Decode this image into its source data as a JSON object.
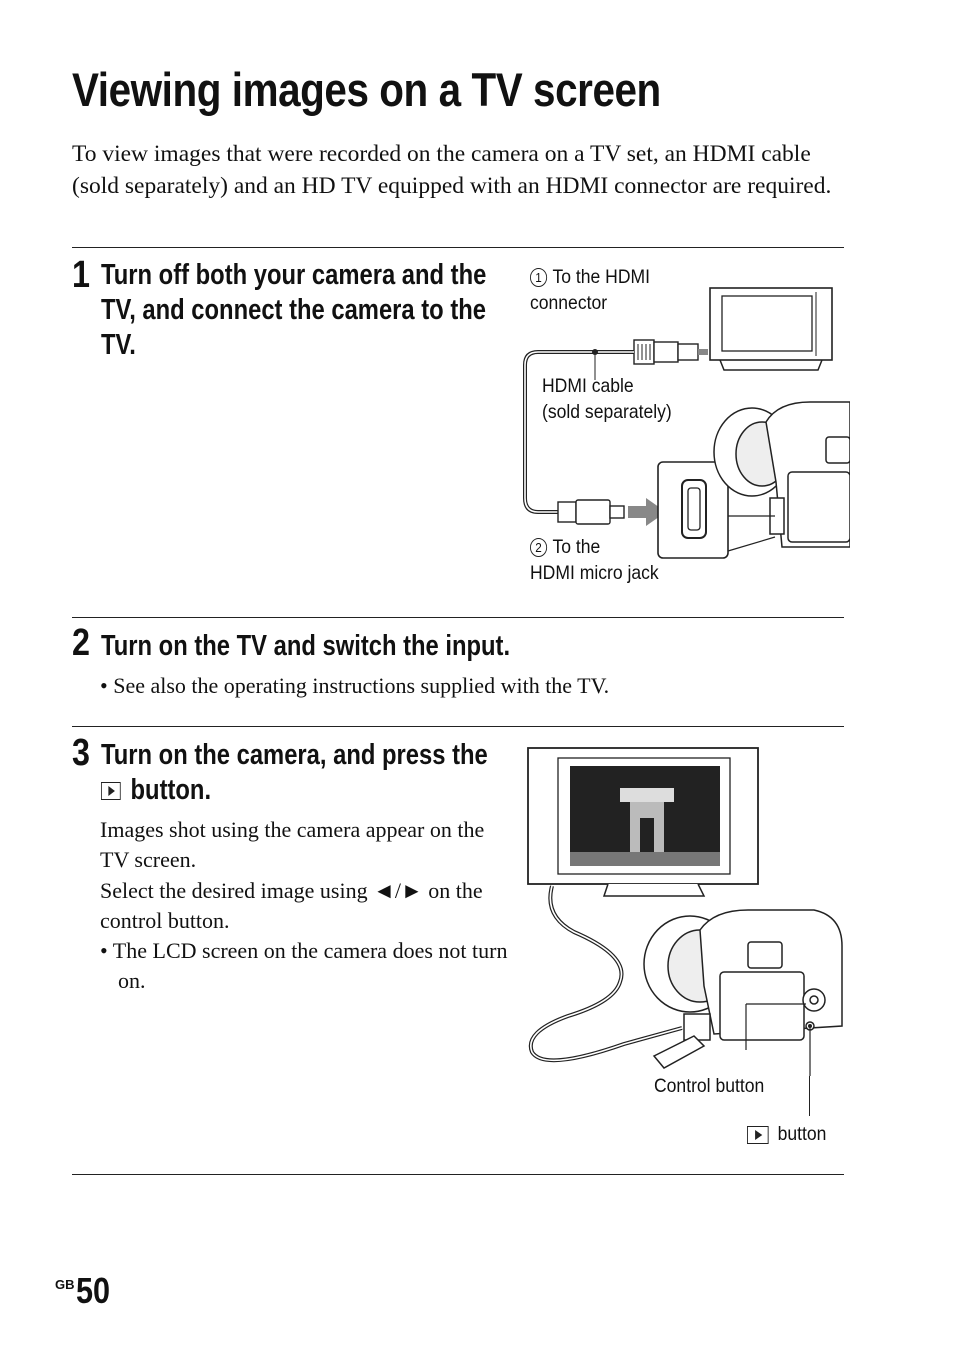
{
  "page": {
    "title": "Viewing images on a TV screen",
    "intro": "To view images that were recorded on the camera on a TV set, an HDMI cable (sold separately) and an HD TV equipped with an HDMI connector are required."
  },
  "step1": {
    "number": "1",
    "heading": "Turn off both your camera and the TV, and connect the camera to the TV.",
    "label_tv_num": "1",
    "label_tv_a": "To the HDMI",
    "label_tv_b": "connector",
    "label_cable_a": "HDMI cable",
    "label_cable_b": "(sold separately)",
    "label_jack_num": "2",
    "label_jack_a": "To the",
    "label_jack_b": "HDMI micro jack"
  },
  "step2": {
    "number": "2",
    "heading": "Turn on the TV and switch the input.",
    "bullet": "• See also the operating instructions supplied with the TV."
  },
  "step3": {
    "number": "3",
    "heading_a": "Turn on the camera, and press the",
    "heading_b": "button.",
    "body_1": "Images shot using the camera appear on the TV screen.",
    "body_2": "Select the desired image using ◄/► on the control button.",
    "bullet": "• The LCD screen on the camera does not turn on.",
    "label_control": "Control button",
    "label_play": "button"
  },
  "footer": {
    "region": "GB",
    "page_number": "50"
  },
  "icons": {
    "play": "playback-button-icon"
  }
}
